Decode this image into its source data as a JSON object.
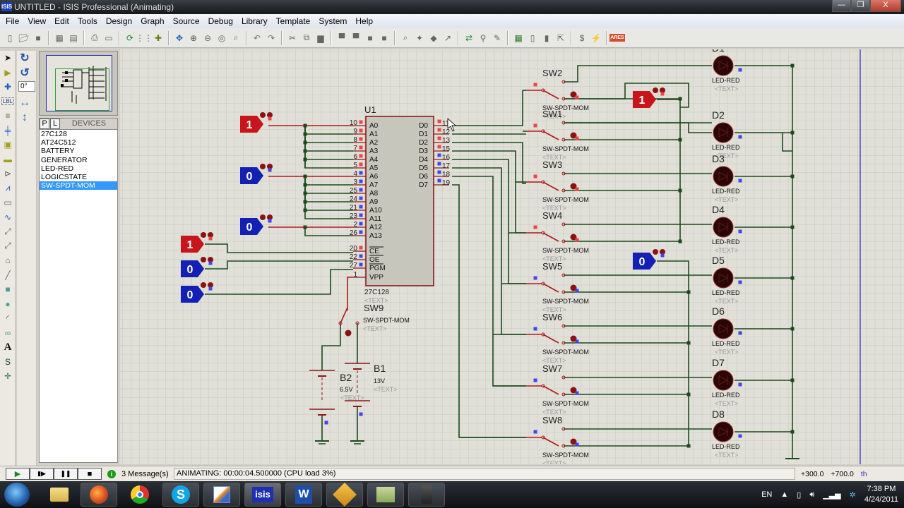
{
  "window": {
    "title": "UNTITLED - ISIS Professional (Animating)",
    "app_icon": "ISIS",
    "controls": {
      "minimize": "—",
      "restore": "❐",
      "close": "X"
    }
  },
  "menu": [
    "File",
    "View",
    "Edit",
    "Tools",
    "Design",
    "Graph",
    "Source",
    "Debug",
    "Library",
    "Template",
    "System",
    "Help"
  ],
  "toolbar": {
    "groups": [
      [
        "new-file",
        "open-file",
        "save-file"
      ],
      [
        "import",
        "export"
      ],
      [
        "print",
        "print-area"
      ],
      [
        "refresh",
        "grid",
        "origin"
      ],
      [
        "pan",
        "zoom-in",
        "zoom-out",
        "zoom-all",
        "zoom-area"
      ],
      [
        "undo",
        "redo"
      ],
      [
        "cut",
        "copy",
        "paste"
      ],
      [
        "block-copy",
        "block-move",
        "block-rotate",
        "block-delete"
      ],
      [
        "pick-device",
        "make-device",
        "packaging",
        "decompose"
      ],
      [
        "wire-autorouter",
        "search-tag",
        "property-assign"
      ],
      [
        "design-explorer",
        "new-sheet",
        "remove-sheet",
        "zoom-to-child"
      ],
      [
        "bill-of-materials",
        "electrical-rules-check"
      ],
      [
        "netlist-to-ares"
      ]
    ],
    "ares_label": "ARES"
  },
  "left_tools": [
    "selection",
    "component",
    "junction-dot",
    "wire-label",
    "text-script",
    "bus",
    "subcircuit",
    "terminals",
    "device-pins",
    "graph",
    "tape-recorder",
    "generator",
    "voltage-probe",
    "current-probe",
    "virtual-instruments",
    "line",
    "box",
    "circle",
    "arc",
    "path",
    "text",
    "symbol",
    "marker"
  ],
  "left_tools_labels": {
    "wire-label": "LBL",
    "text": "A"
  },
  "orientation": {
    "rotate_cw": "↻",
    "rotate_ccw": "↺",
    "angle": "0°",
    "mirror_x": "↔",
    "mirror_y": "↕"
  },
  "devices_panel": {
    "tab_p": "P",
    "tab_l": "L",
    "header": "DEVICES",
    "items": [
      "27C128",
      "AT24C512",
      "BATTERY",
      "GENERATOR",
      "LED-RED",
      "LOGICSTATE",
      "SW-SPDT-MOM"
    ],
    "selected": "SW-SPDT-MOM"
  },
  "schematic": {
    "chip": {
      "ref": "U1",
      "part": "27C128",
      "text": "<TEXT>",
      "left_pins": [
        {
          "num": "10",
          "name": "A0",
          "state": "high"
        },
        {
          "num": "9",
          "name": "A1",
          "state": "high"
        },
        {
          "num": "8",
          "name": "A2",
          "state": "high"
        },
        {
          "num": "7",
          "name": "A3",
          "state": "high"
        },
        {
          "num": "6",
          "name": "A4",
          "state": "high"
        },
        {
          "num": "5",
          "name": "A5",
          "state": "high"
        },
        {
          "num": "4",
          "name": "A6",
          "state": "low"
        },
        {
          "num": "3",
          "name": "A7",
          "state": "low"
        },
        {
          "num": "25",
          "name": "A8",
          "state": "low"
        },
        {
          "num": "24",
          "name": "A9",
          "state": "low"
        },
        {
          "num": "21",
          "name": "A10",
          "state": "low"
        },
        {
          "num": "23",
          "name": "A11",
          "state": "low"
        },
        {
          "num": "2",
          "name": "A12",
          "state": "low"
        },
        {
          "num": "26",
          "name": "A13",
          "state": "low"
        },
        {
          "num": "20",
          "name": "CE",
          "state": "high"
        },
        {
          "num": "22",
          "name": "OE",
          "state": "low"
        },
        {
          "num": "27",
          "name": "PGM",
          "state": "low"
        },
        {
          "num": "1",
          "name": "VPP",
          "state": "none"
        }
      ],
      "right_pins": [
        {
          "num": "11",
          "name": "D0",
          "state": "high"
        },
        {
          "num": "12",
          "name": "D1",
          "state": "high"
        },
        {
          "num": "13",
          "name": "D2",
          "state": "high"
        },
        {
          "num": "15",
          "name": "D3",
          "state": "high"
        },
        {
          "num": "16",
          "name": "D4",
          "state": "low"
        },
        {
          "num": "17",
          "name": "D5",
          "state": "low"
        },
        {
          "num": "18",
          "name": "D6",
          "state": "low"
        },
        {
          "num": "19",
          "name": "D7",
          "state": "low"
        }
      ]
    },
    "logic_states": [
      {
        "id": "ls-a0-a5",
        "value": "1"
      },
      {
        "id": "ls-a6-a11",
        "value": "0"
      },
      {
        "id": "ls-a12-a13",
        "value": "0"
      },
      {
        "id": "ls-ce",
        "value": "1"
      },
      {
        "id": "ls-oe",
        "value": "0"
      },
      {
        "id": "ls-pgm",
        "value": "0"
      },
      {
        "id": "ls-sw-upper",
        "value": "1"
      },
      {
        "id": "ls-sw-lower",
        "value": "0"
      }
    ],
    "switches": [
      {
        "ref": "SW2",
        "part": "SW-SPDT-MOM",
        "text": "<TEXT>"
      },
      {
        "ref": "SW1",
        "part": "SW-SPDT-MOM",
        "text": "<TEXT>"
      },
      {
        "ref": "SW3",
        "part": "SW-SPDT-MOM",
        "text": "<TEXT>"
      },
      {
        "ref": "SW4",
        "part": "SW-SPDT-MOM",
        "text": "<TEXT>"
      },
      {
        "ref": "SW5",
        "part": "SW-SPDT-MOM",
        "text": "<TEXT>"
      },
      {
        "ref": "SW6",
        "part": "SW-SPDT-MOM",
        "text": "<TEXT>"
      },
      {
        "ref": "SW7",
        "part": "SW-SPDT-MOM",
        "text": "<TEXT>"
      },
      {
        "ref": "SW8",
        "part": "SW-SPDT-MOM",
        "text": "<TEXT>"
      }
    ],
    "sw9": {
      "ref": "SW9",
      "part": "SW-SPDT-MOM",
      "text": "<TEXT>"
    },
    "leds": [
      {
        "ref": "D1",
        "part": "LED-RED",
        "text": "<TEXT>"
      },
      {
        "ref": "D2",
        "part": "LED-RED",
        "text": "<TEXT>"
      },
      {
        "ref": "D3",
        "part": "LED-RED",
        "text": "<TEXT>"
      },
      {
        "ref": "D4",
        "part": "LED-RED",
        "text": "<TEXT>"
      },
      {
        "ref": "D5",
        "part": "LED-RED",
        "text": "<TEXT>"
      },
      {
        "ref": "D6",
        "part": "LED-RED",
        "text": "<TEXT>"
      },
      {
        "ref": "D7",
        "part": "LED-RED",
        "text": "<TEXT>"
      },
      {
        "ref": "D8",
        "part": "LED-RED",
        "text": "<TEXT>"
      }
    ],
    "batteries": [
      {
        "ref": "B2",
        "value": "6.5V",
        "text": "<TEXT>"
      },
      {
        "ref": "B1",
        "value": "13V",
        "text": "<TEXT>"
      }
    ],
    "colors": {
      "high": "#c8141b",
      "low": "#1420b4",
      "wire": "#1d4a1d",
      "wire_active": "#b01818",
      "grid_bg": "#e0dfd8",
      "grid_line": "#c9c8bf",
      "grid_major": "#b9b8ae",
      "chip_fill": "#c7c6bd",
      "chip_border": "#8b1a1a",
      "led": "#2a0606",
      "page_border": "#2a2ab0"
    }
  },
  "status": {
    "play": "▶",
    "step": "▮▶",
    "pause": "❚❚",
    "stop": "■",
    "messages": "3 Message(s)",
    "animating": "ANIMATING: 00:00:04.500000 (CPU load 3%)",
    "x_coord": "+300.0",
    "y_coord": "+700.0",
    "units": "th"
  },
  "taskbar": {
    "apps": [
      "windows-explorer",
      "firefox",
      "chrome",
      "skype",
      "paint",
      "isis",
      "word",
      "winamp",
      "notepad",
      "media-device"
    ],
    "isis_label": "isis",
    "word_label": "W",
    "skype_label": "S",
    "language": "EN",
    "time": "7:38 PM",
    "date": "4/24/2011"
  }
}
